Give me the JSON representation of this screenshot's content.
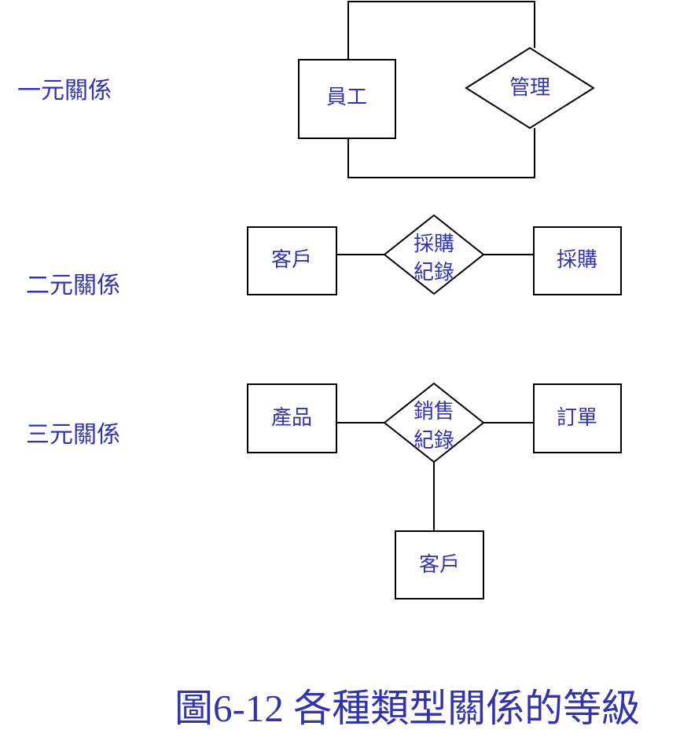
{
  "section_labels": {
    "unary": "一元關係",
    "binary": "二元關係",
    "ternary": "三元關係"
  },
  "unary": {
    "entity": "員工",
    "relationship": "管理"
  },
  "binary": {
    "entity_left": "客戶",
    "relationship_line1": "採購",
    "relationship_line2": "紀錄",
    "entity_right": "採購"
  },
  "ternary": {
    "entity_left": "產品",
    "relationship_line1": "銷售",
    "relationship_line2": "紀錄",
    "entity_right": "訂單",
    "entity_bottom": "客戶"
  },
  "caption": "圖6-12 各種類型關係的等級",
  "colors": {
    "text": "#3333aa",
    "stroke": "#000000",
    "background": "#ffffff"
  }
}
